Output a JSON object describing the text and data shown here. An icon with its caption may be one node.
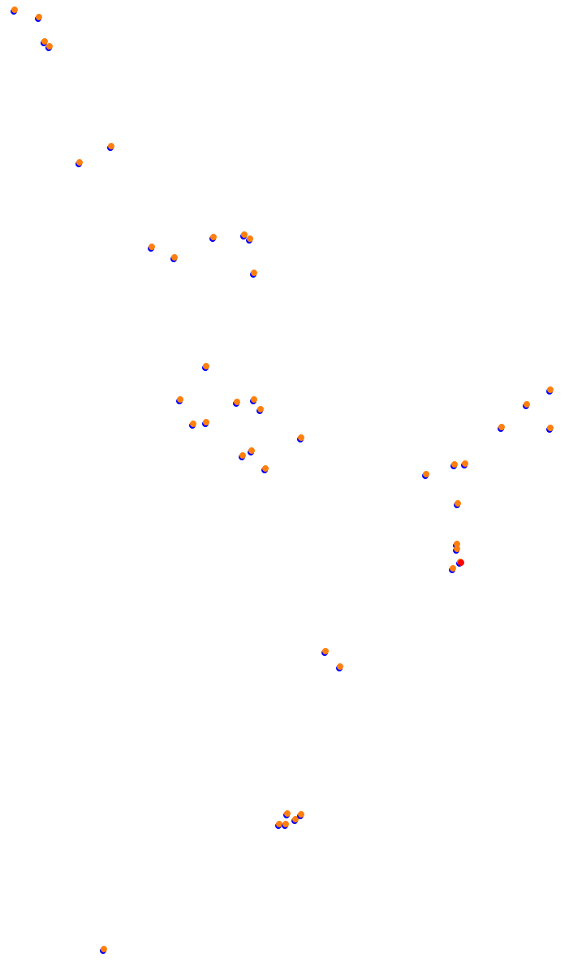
{
  "diagram": {
    "nodes": [
      {
        "text": [],
        "shape": "circle"
      },
      {
        "text": [],
        "shape": "circle"
      },
      {
        "text": [],
        "shape": "circle"
      },
      {
        "text": [],
        "shape": "circle"
      },
      {
        "text": [],
        "shape": "circle"
      },
      {
        "text": [],
        "shape": "circle"
      },
      {
        "text": [],
        "shape": "circle"
      },
      {
        "text": [],
        "shape": "circle"
      },
      {
        "text": [],
        "shape": "circle"
      },
      {
        "text": [],
        "shape": "circle"
      },
      {
        "text": [],
        "shape": "circle"
      },
      {
        "text": [],
        "shape": "circle"
      },
      {
        "text": [],
        "shape": "circle"
      },
      {
        "text": [],
        "shape": "circle"
      },
      {
        "text": [],
        "shape": "circle"
      },
      {
        "text": [],
        "shape": "circle"
      },
      {
        "text": [],
        "shape": "circle"
      },
      {
        "text": [],
        "shape": "circle"
      },
      {
        "text": [],
        "shape": "circle"
      },
      {
        "text": [],
        "shape": "circle"
      },
      {
        "text": [],
        "shape": "circle"
      },
      {
        "text": [],
        "shape": "circle"
      },
      {
        "text": [],
        "shape": "circle"
      },
      {
        "text": [],
        "shape": "circle"
      },
      {
        "text": [],
        "shape": "circle"
      },
      {
        "text": [],
        "shape": "circle"
      },
      {
        "text": [],
        "shape": "circle"
      },
      {
        "text": [],
        "shape": "circle"
      },
      {
        "text": [],
        "shape": "circle"
      },
      {
        "text": [],
        "shape": "circle"
      },
      {
        "text": [],
        "shape": "circle"
      },
      {
        "text": [],
        "shape": "circle"
      },
      {
        "text": [],
        "shape": "circle"
      },
      {
        "text": [],
        "shape": "circle"
      },
      {
        "text": [],
        "shape": "circle"
      },
      {
        "text": [],
        "shape": "circle"
      },
      {
        "text": [],
        "shape": "circle"
      },
      {
        "text": [],
        "shape": "circle"
      },
      {
        "text": [],
        "shape": "circle"
      },
      {
        "text": [],
        "shape": "circle"
      },
      {
        "text": [],
        "shape": "circle"
      },
      {
        "text": [],
        "shape": "circle"
      },
      {
        "text": [],
        "shape": "circle"
      }
    ]
  }
}
